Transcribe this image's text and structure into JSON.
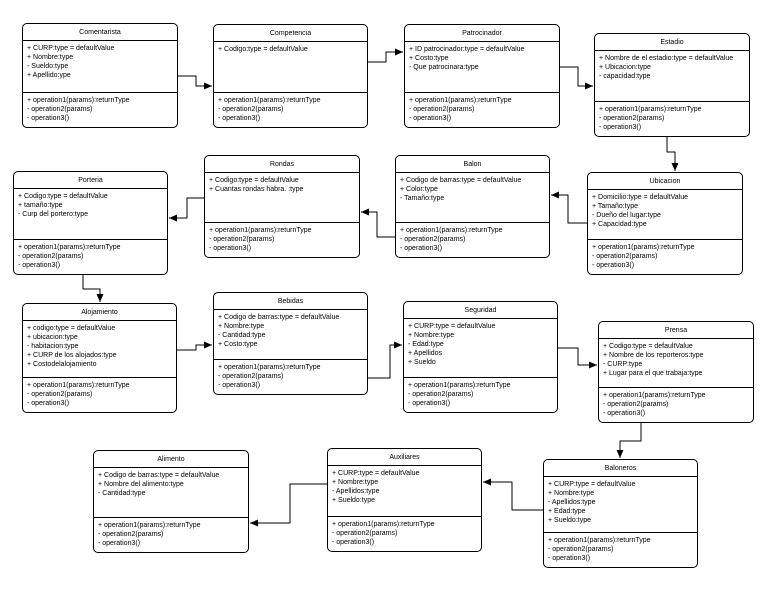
{
  "diagram": {
    "colors": {
      "line": "#000000",
      "box_border": "#000000",
      "box_fill": "#ffffff",
      "text": "#000000"
    },
    "classes": [
      {
        "id": "comentarista",
        "name": "Comentarista",
        "attributes": [
          "+ CURP:type = defaultValue",
          "+ Nombre:type",
          "- Sueldo:type",
          "+ Apellido:ype"
        ],
        "operations": [
          "+ operation1(params):returnType",
          "- operation2(params)",
          "- operation3()"
        ]
      },
      {
        "id": "competencia",
        "name": "Competencia",
        "attributes": [
          "+ Codigo:type = defaultValue"
        ],
        "operations": [
          "+ operation1(params):returnType",
          "- operation2(params)",
          "- operation3()"
        ]
      },
      {
        "id": "patrocinador",
        "name": "Patrocinador",
        "attributes": [
          "+ ID patrocinador:type = defaultValue",
          "+ Costo:type",
          "- Que patrocinara:type"
        ],
        "operations": [
          "+ operation1(params):returnType",
          "- operation2(params)",
          "- operation3()"
        ]
      },
      {
        "id": "estadio",
        "name": "Estadio",
        "attributes": [
          "+ Nombre de el estadio:type = defaultValue",
          "+ Ubicacion:type",
          "- capacidad:type"
        ],
        "operations": [
          "+ operation1(params):returnType",
          "- operation2(params)",
          "- operation3()"
        ]
      },
      {
        "id": "porteria",
        "name": "Porteria",
        "attributes": [
          "+ Codigo:type = defaultValue",
          "+ tamaño:type",
          "- Curp del portero:type"
        ],
        "operations": [
          "+ operation1(params):returnType",
          "- operation2(params)",
          "- operation3()"
        ]
      },
      {
        "id": "rondas",
        "name": "Rondas",
        "attributes": [
          "+ Codigo:type = defaultValue",
          "+ Cuantas rondas habra. :type"
        ],
        "operations": [
          "+ operation1(params):returnType",
          "- operation2(params)",
          "- operation3()"
        ]
      },
      {
        "id": "balon",
        "name": "Balon",
        "attributes": [
          "+ Codigo de barras:type = defaultValue",
          "+ Color:type",
          "- Tamaño:type"
        ],
        "operations": [
          "+ operation1(params):returnType",
          "- operation2(params)",
          "- operation3()"
        ]
      },
      {
        "id": "ubicacion",
        "name": "Ubicacion",
        "attributes": [
          "+ Domicilio:type = defaultValue",
          "+ Tamaño:type",
          "- Dueño del lugar:type",
          "+ Capacidad:type"
        ],
        "operations": [
          "+ operation1(params):returnType",
          "- operation2(params)",
          "- operation3()"
        ]
      },
      {
        "id": "alojamiento",
        "name": "Alojamiento",
        "attributes": [
          "+ codigo:type = defaultValue",
          "+ ubicacion:type",
          "- habitacion:type",
          "+ CURP de los alojados:type",
          "+ Costodelalojamiento"
        ],
        "operations": [
          "+ operation1(params):returnType",
          "- operation2(params)",
          "- operation3()"
        ]
      },
      {
        "id": "bebidas",
        "name": "Bebidas",
        "attributes": [
          "+ Codigo de barras:type = defaultValue",
          "+ Nombre:type",
          "- Cantidad:type",
          "+ Costo:type"
        ],
        "operations": [
          "+ operation1(params):returnType",
          "- operation2(params)",
          "- operation3()"
        ]
      },
      {
        "id": "seguridad",
        "name": "Seguridad",
        "attributes": [
          "+ CURP:type = defaultValue",
          "+ Nombre:type",
          "- Edad:type",
          "+ Apellidos",
          "+ Sueldo"
        ],
        "operations": [
          "+ operation1(params):returnType",
          "- operation2(params)",
          "- operation3()"
        ]
      },
      {
        "id": "prensa",
        "name": "Prensa",
        "attributes": [
          "+ Codigo:type = defaultValue",
          "+ Nombre de los reporteros:type",
          "- CURP:type",
          "+ Lugar para el que trabaja:type"
        ],
        "operations": [
          "+ operation1(params):returnType",
          "- operation2(params)",
          "- operation3()"
        ]
      },
      {
        "id": "alimento",
        "name": "Alimento",
        "attributes": [
          "+ Codigo de barras:type = defaultValue",
          "+ Nombre del alimento:type",
          "- Cantidad:type"
        ],
        "operations": [
          "+ operation1(params):returnType",
          "- operation2(params)",
          "- operation3()"
        ]
      },
      {
        "id": "auxiliares",
        "name": "Auxiliares",
        "attributes": [
          "+ CURP:type = defaultValue",
          "+ Nombre:type",
          "- Apellidos:type",
          "+ Sueldo:type"
        ],
        "operations": [
          "+ operation1(params):returnType",
          "- operation2(params)",
          "- operation3()"
        ]
      },
      {
        "id": "baloneros",
        "name": "Baloneros",
        "attributes": [
          "+ CURP:type = defaultValue",
          "+ Nombre:type",
          "- Apellidos:type",
          "+ Edad:type",
          "+ Sueldo:type"
        ],
        "operations": [
          "+ operation1(params):returnType",
          "- operation2(params)",
          "- operation3()"
        ]
      }
    ],
    "edges": [
      {
        "from": "Comentarista",
        "to": "Competencia"
      },
      {
        "from": "Competencia",
        "to": "Patrocinador"
      },
      {
        "from": "Patrocinador",
        "to": "Estadio"
      },
      {
        "from": "Estadio",
        "to": "Ubicacion"
      },
      {
        "from": "Ubicacion",
        "to": "Balon"
      },
      {
        "from": "Balon",
        "to": "Rondas"
      },
      {
        "from": "Rondas",
        "to": "Porteria"
      },
      {
        "from": "Porteria",
        "to": "Alojamiento"
      },
      {
        "from": "Alojamiento",
        "to": "Bebidas"
      },
      {
        "from": "Bebidas",
        "to": "Seguridad"
      },
      {
        "from": "Seguridad",
        "to": "Prensa"
      },
      {
        "from": "Prensa",
        "to": "Baloneros"
      },
      {
        "from": "Baloneros",
        "to": "Auxiliares"
      },
      {
        "from": "Auxiliares",
        "to": "Alimento"
      }
    ]
  }
}
